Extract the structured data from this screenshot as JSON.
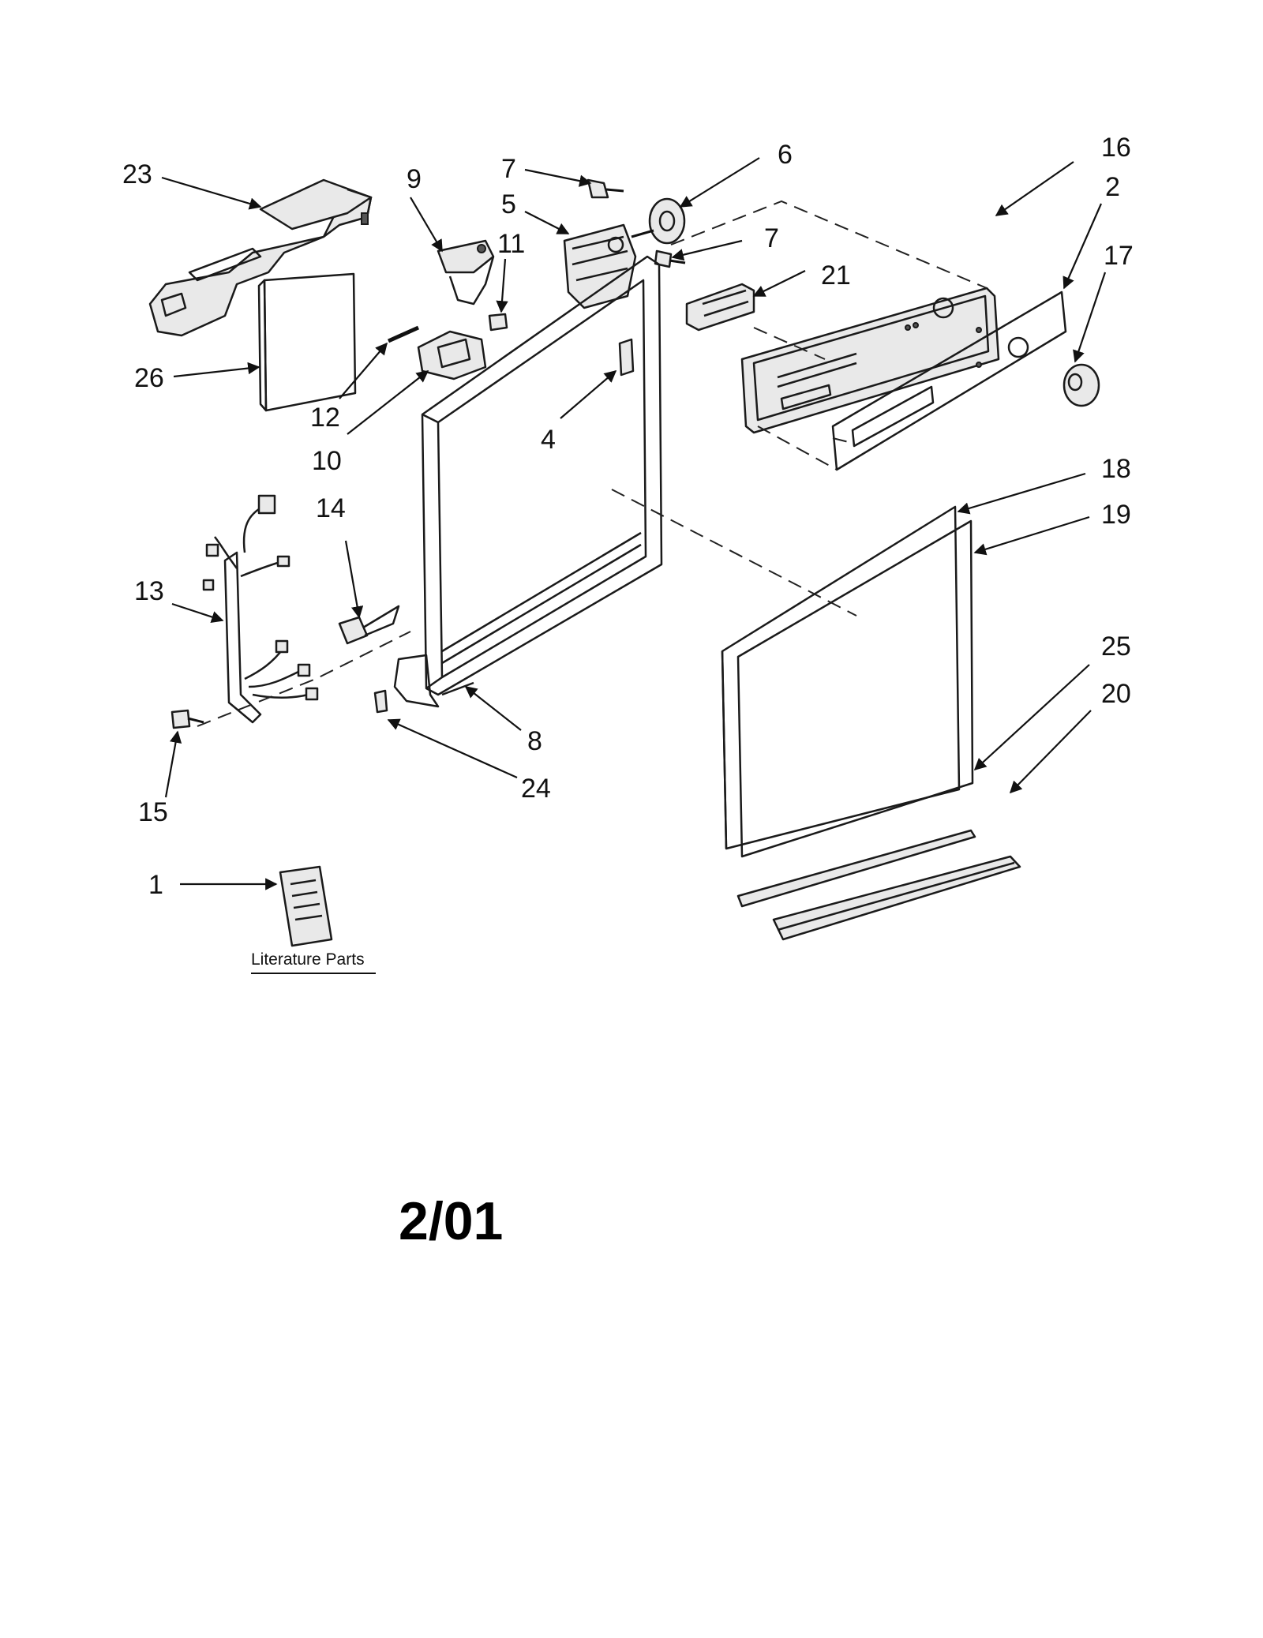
{
  "callouts": {
    "c1": "1",
    "c2": "2",
    "c4": "4",
    "c5": "5",
    "c6": "6",
    "c7a": "7",
    "c7b": "7",
    "c8": "8",
    "c9": "9",
    "c10": "10",
    "c11": "11",
    "c12": "12",
    "c13": "13",
    "c14": "14",
    "c15": "15",
    "c16": "16",
    "c17": "17",
    "c18": "18",
    "c19": "19",
    "c20": "20",
    "c21": "21",
    "c23": "23",
    "c24": "24",
    "c25": "25",
    "c26": "26"
  },
  "literature_label": "Literature Parts",
  "date_code": "2/01"
}
